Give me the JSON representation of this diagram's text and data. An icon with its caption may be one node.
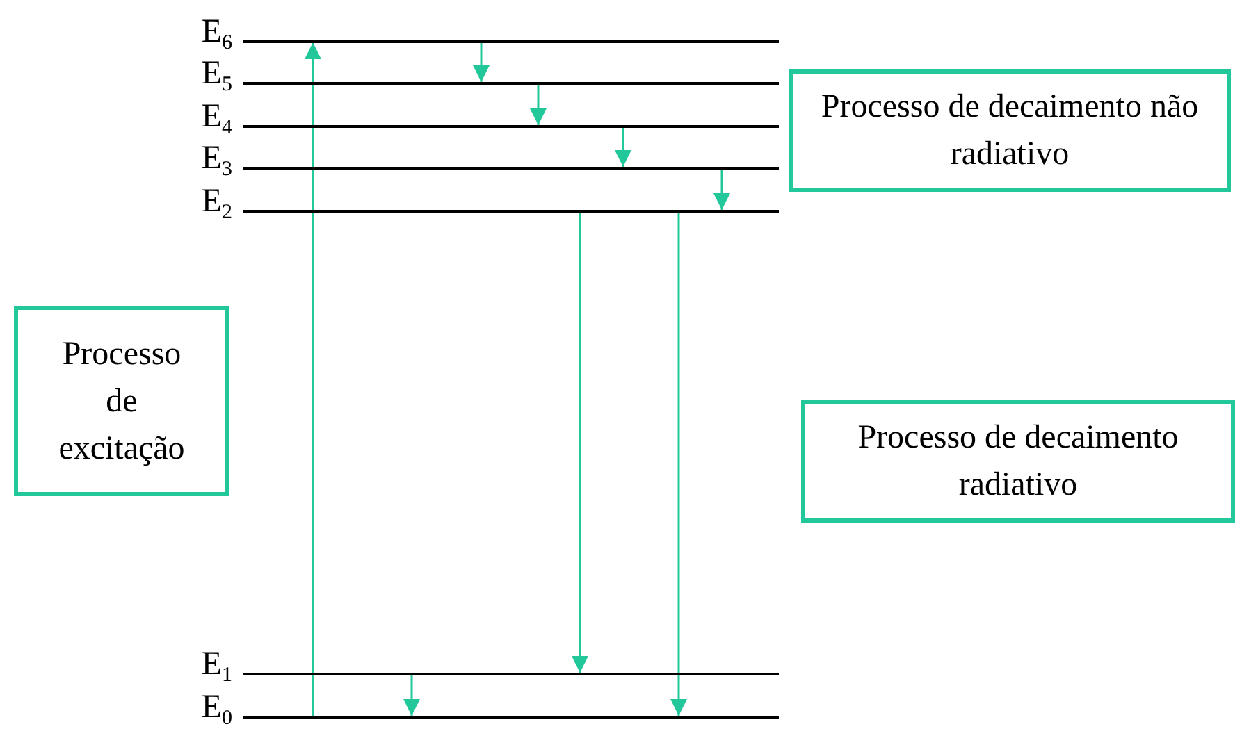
{
  "diagram": {
    "nodes": [
      {
        "text": [
          "E$_{6}$"
        ]
      },
      {
        "text": [
          "E$_{5}$"
        ]
      },
      {
        "text": [
          "E$_{4}$"
        ]
      },
      {
        "text": [
          "E$_{3}$"
        ]
      },
      {
        "text": [
          "E$_{2}$"
        ]
      },
      {
        "text": [
          "Processo de decaimento não radiativo"
        ]
      },
      {
        "text": [
          "Processo de excitação"
        ]
      },
      {
        "text": [
          "Processo de decaimento radiativo"
        ]
      },
      {
        "text": [
          "E$_{1}$"
        ]
      },
      {
        "text": [
          "E$_{0}$"
        ]
      }
    ],
    "edges": [
      {
        "from": 9,
        "to": 0,
        "arrow": "to"
      },
      {
        "from": 0,
        "to": 1,
        "arrow": "to"
      },
      {
        "from": 1,
        "to": 2,
        "arrow": "to"
      },
      {
        "from": 2,
        "to": 3,
        "arrow": "to"
      },
      {
        "from": 3,
        "to": 4,
        "arrow": "to"
      },
      {
        "from": 4,
        "to": 8,
        "arrow": "to"
      },
      {
        "from": 4,
        "to": 9,
        "arrow": "to"
      },
      {
        "from": 8,
        "to": 9,
        "arrow": "to"
      }
    ]
  }
}
